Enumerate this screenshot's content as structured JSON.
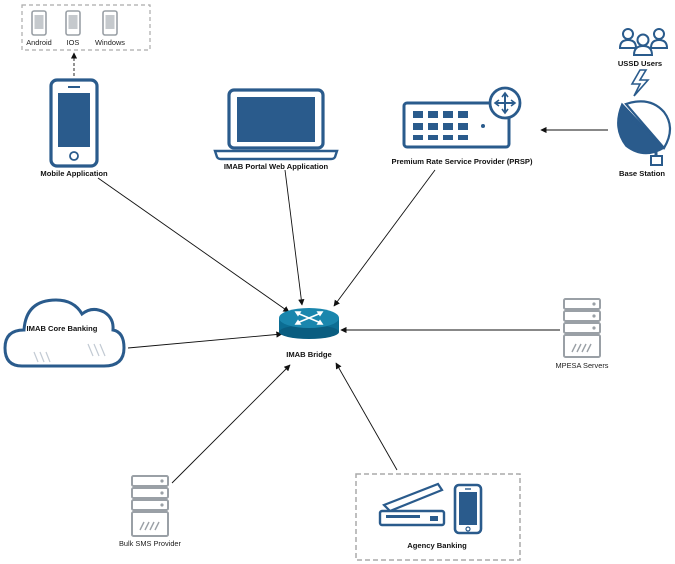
{
  "nodes": {
    "mobile_app": "Mobile Application",
    "web_portal": "IMAB Portal Web Application",
    "prsp": "Premium Rate Service Provider (PRSP)",
    "ussd_users": "USSD Users",
    "base_station": "Base Station",
    "core_banking": "IMAB Core Banking",
    "bridge": "IMAB Bridge",
    "mpesa": "MPESA Servers",
    "bulk_sms": "Bulk SMS Provider",
    "agency_banking": "Agency Banking"
  },
  "platforms": {
    "android": "Android",
    "ios": "IOS",
    "windows": "Windows"
  },
  "colors": {
    "device_blue": "#2a5b8c",
    "cloud_fill": "#ffffff",
    "gray_icon": "#9aa0a6",
    "edge": "#111111"
  }
}
